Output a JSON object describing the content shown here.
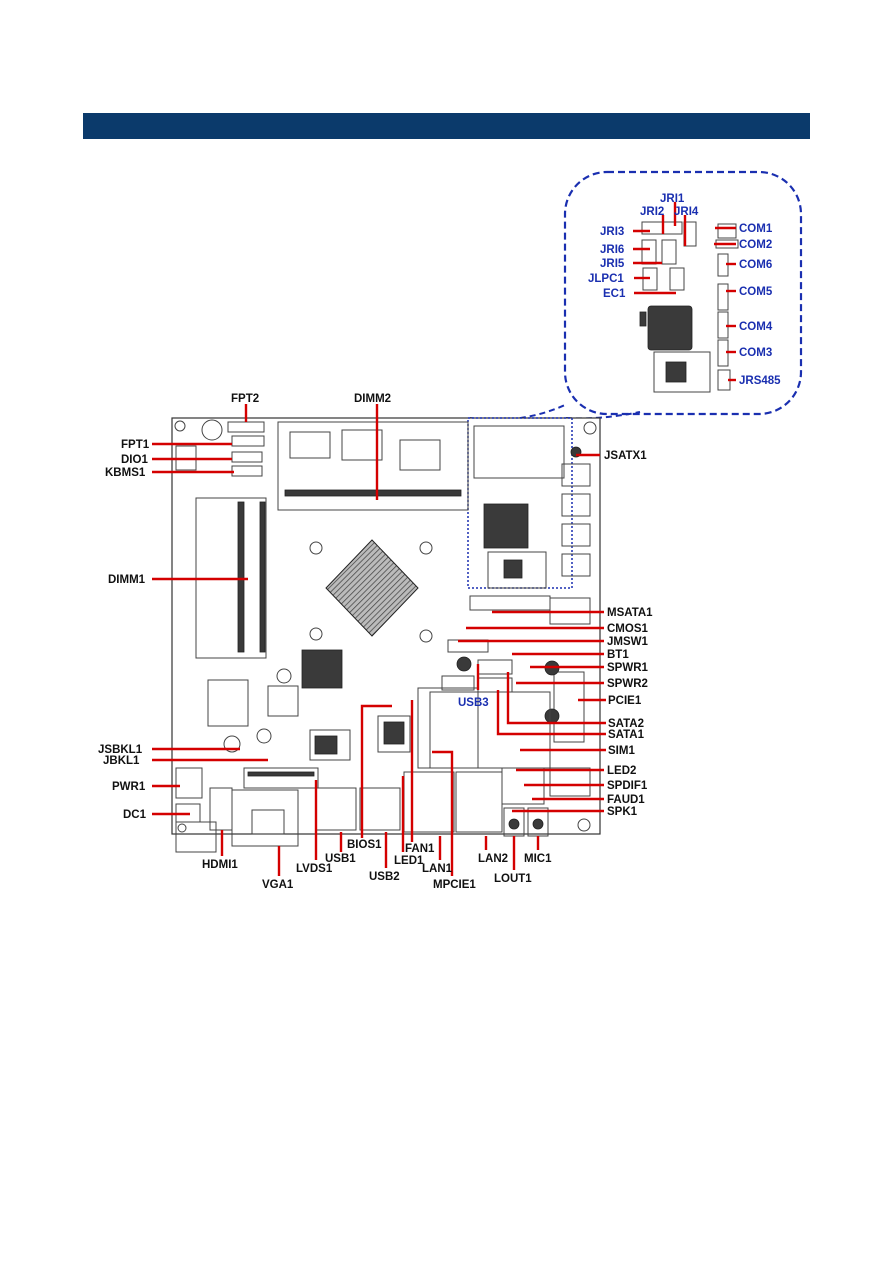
{
  "board_labels": {
    "fpt2": "FPT2",
    "dimm2": "DIMM2",
    "fpt1": "FPT1",
    "dio1": "DIO1",
    "kbms1": "KBMS1",
    "dimm1": "DIMM1",
    "jsatx1": "JSATX1",
    "msata1": "MSATA1",
    "cmos1": "CMOS1",
    "jmsw1": "JMSW1",
    "bt1": "BT1",
    "spwr1": "SPWR1",
    "spwr2": "SPWR2",
    "pcie1": "PCIE1",
    "usb3": "USB3",
    "sata2": "SATA2",
    "sata1": "SATA1",
    "sim1": "SIM1",
    "jsbkl1": "JSBKL1",
    "jbkl1": "JBKL1",
    "pwr1": "PWR1",
    "dc1": "DC1",
    "led2": "LED2",
    "spdif1": "SPDIF1",
    "faud1": "FAUD1",
    "spk1": "SPK1",
    "hdmi1": "HDMI1",
    "vga1": "VGA1",
    "lvds1": "LVDS1",
    "usb1": "USB1",
    "bios1": "BIOS1",
    "usb2": "USB2",
    "led1": "LED1",
    "fan1": "FAN1",
    "lan1": "LAN1",
    "mpcie1": "MPCIE1",
    "lan2": "LAN2",
    "lout1": "LOUT1",
    "mic1": "MIC1"
  },
  "inset_labels": {
    "jri1": "JRI1",
    "jri2": "JRI2",
    "jri4": "JRI4",
    "jri3": "JRI3",
    "jri6": "JRI6",
    "jri5": "JRI5",
    "jlpc1": "JLPC1",
    "ec1": "EC1",
    "com1": "COM1",
    "com2": "COM2",
    "com6": "COM6",
    "com5": "COM5",
    "com4": "COM4",
    "com3": "COM3",
    "jrs485": "JRS485"
  },
  "colors": {
    "header": "#0b3a6b",
    "leader": "#d40000",
    "callout": "#1a2fb0"
  }
}
